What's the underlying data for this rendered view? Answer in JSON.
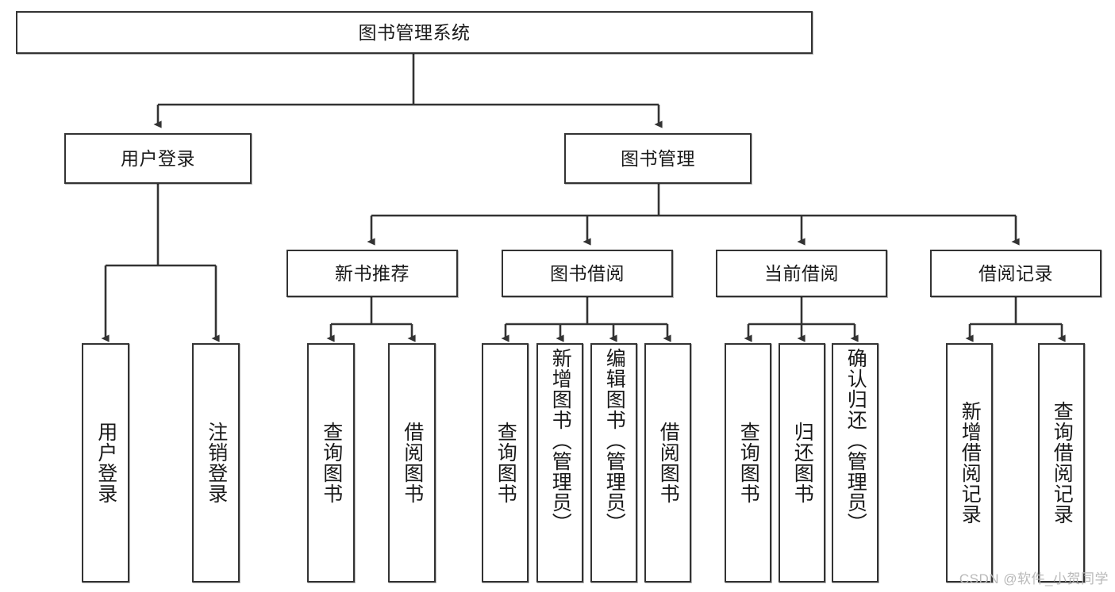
{
  "diagram": {
    "title": "图书管理系统",
    "type": "tree-hierarchy-chart",
    "root": {
      "label": "图书管理系统"
    },
    "level2": [
      {
        "label": "用户登录"
      },
      {
        "label": "图书管理"
      }
    ],
    "level3": [
      {
        "label": "新书推荐"
      },
      {
        "label": "图书借阅"
      },
      {
        "label": "当前借阅"
      },
      {
        "label": "借阅记录"
      }
    ],
    "leaves": {
      "user_login": [
        {
          "label": "用户登录"
        },
        {
          "label": "注销登录"
        }
      ],
      "new_book_recommend": [
        {
          "label": "查询图书"
        },
        {
          "label": "借阅图书"
        }
      ],
      "book_borrow": [
        {
          "label": "查询图书"
        },
        {
          "label": "新增图书（管理员）"
        },
        {
          "label": "编辑图书（管理员）"
        },
        {
          "label": "借阅图书"
        }
      ],
      "current_borrow": [
        {
          "label": "查询图书"
        },
        {
          "label": "归还图书"
        },
        {
          "label": "确认归还（管理员）"
        }
      ],
      "borrow_record": [
        {
          "label": "新增借阅记录"
        },
        {
          "label": "查询借阅记录"
        }
      ]
    }
  },
  "watermark": {
    "text": "CSDN @软件_小贺同学"
  },
  "colors": {
    "stroke": "#333333",
    "box_fill": "#ffffff",
    "text": "#1a1a1a",
    "watermark": "#b9b9b9"
  }
}
